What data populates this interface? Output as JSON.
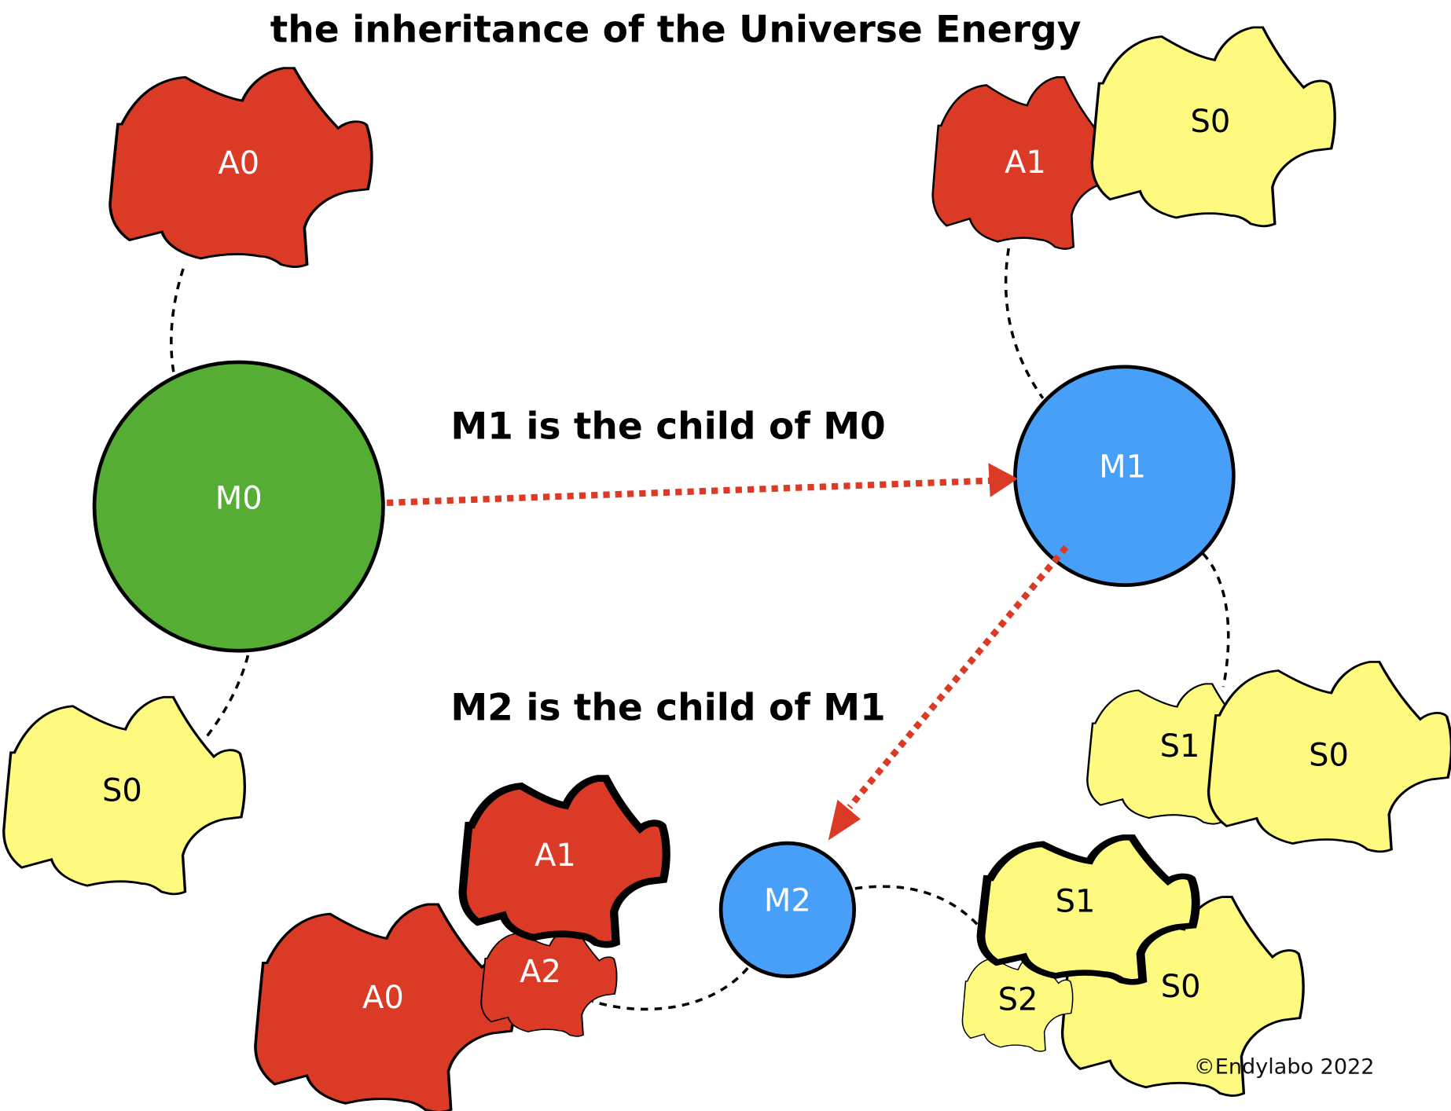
{
  "title": "the inheritance of the Universe Energy",
  "captions": {
    "m1_child_of_m0": "M1 is the child of M0",
    "m2_child_of_m1": "M2 is the child of M1"
  },
  "copyright": "©Endylabo 2022",
  "colors": {
    "attribute_red": "#db3b26",
    "spirit_yellow": "#fdfa7f",
    "m0_green": "#55ae33",
    "m_blue": "#489ff8",
    "arrow_red": "#db3b26",
    "outline": "#000000"
  },
  "nodes": {
    "m0": {
      "label": "M0"
    },
    "m1": {
      "label": "M1"
    },
    "m2": {
      "label": "M2"
    }
  },
  "blobs": {
    "m0_a0": {
      "label": "A0"
    },
    "m0_s0": {
      "label": "S0"
    },
    "m1_a1": {
      "label": "A1"
    },
    "m1_s0": {
      "label": "S0"
    },
    "m1_s1": {
      "label": "S1"
    },
    "m1_s0b": {
      "label": "S0"
    },
    "m2_a0": {
      "label": "A0"
    },
    "m2_a2": {
      "label": "A2"
    },
    "m2_a1": {
      "label": "A1"
    },
    "m2_s1": {
      "label": "S1"
    },
    "m2_s2": {
      "label": "S2"
    },
    "m2_s0": {
      "label": "S0"
    }
  }
}
